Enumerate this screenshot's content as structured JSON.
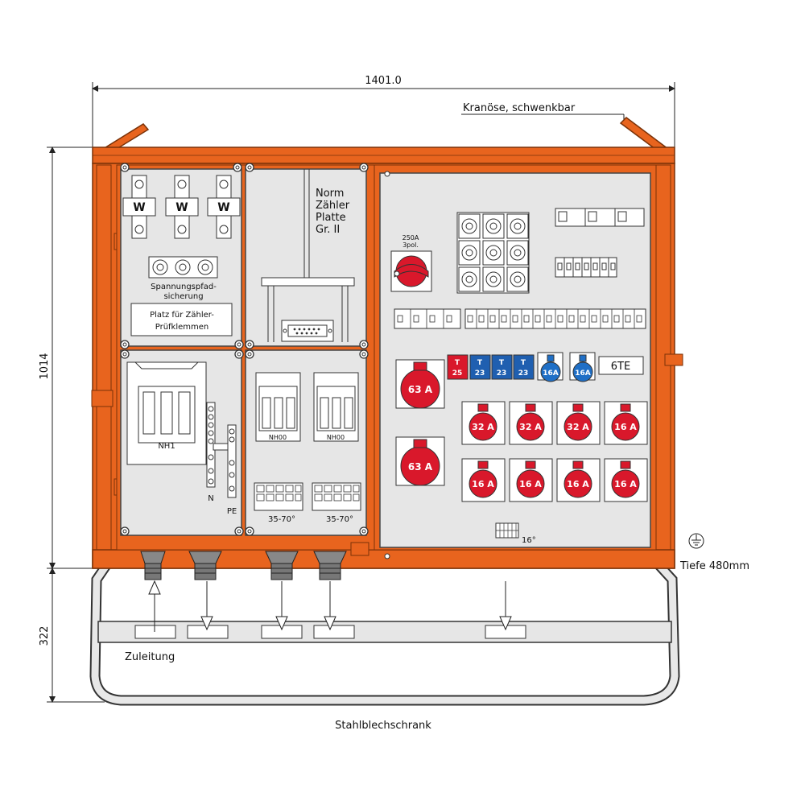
{
  "dimensions": {
    "width": "1401.0",
    "height_cabinet": "1014",
    "height_base": "322"
  },
  "labels": {
    "crane_eye": "Kranöse, schwenkbar",
    "norm_line1": "Norm",
    "norm_line2": "Zähler",
    "norm_line3": "Platte",
    "norm_line4": "Gr. II",
    "voltage_path_line1": "Spannungspfad-",
    "voltage_path_line2": "sicherung",
    "test_terminal_line1": "Platz für Zähler-",
    "test_terminal_line2": "Prüfklemmen",
    "nh1": "NH1",
    "nh00_a": "NH00",
    "nh00_b": "NH00",
    "n_bar": "N",
    "pe_bar": "PE",
    "terminal_a": "35-70°",
    "terminal_b": "35-70°",
    "switch_rating_1": "250A",
    "switch_rating_2": "3pol.",
    "six_te": "6TE",
    "small_terminal": "16°",
    "depth": "Tiefe 480mm",
    "supply": "Zuleitung",
    "cabinet_type": "Stahlblechschrank"
  },
  "meters": {
    "w_labels": [
      "W",
      "W",
      "W"
    ]
  },
  "sockets": {
    "cee_63_upper": "63 A",
    "cee_63_lower": "63 A",
    "row1": [
      "32 A",
      "32 A",
      "32 A",
      "16 A"
    ],
    "row2": [
      "16 A",
      "16 A",
      "16 A",
      "16 A"
    ],
    "blue_1": "16A",
    "blue_2": "16A"
  },
  "tags": {
    "red_t_top": "T",
    "red_t_num": "25",
    "blue_t": [
      {
        "top": "T",
        "num": "23"
      },
      {
        "top": "T",
        "num": "23"
      },
      {
        "top": "T",
        "num": "23"
      }
    ]
  },
  "colors": {
    "cabinet_orange": "#e8641e",
    "cabinet_orange_dark": "#b84a10",
    "panel_grey": "#e6e6e6",
    "socket_red": "#d9182b",
    "socket_blue": "#1f6fc6",
    "tag_red": "#d9182b",
    "tag_blue": "#1f5fb0",
    "line": "#222222"
  }
}
